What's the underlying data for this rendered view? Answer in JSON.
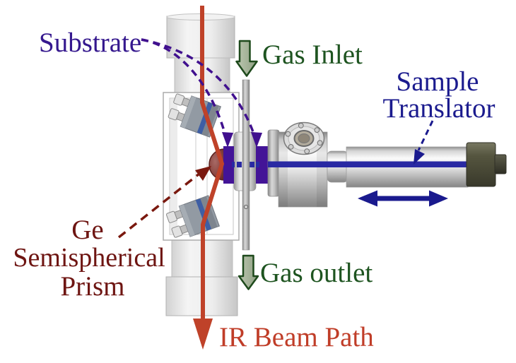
{
  "figure": {
    "description_labels": "IR spectroscopy vacuum-chamber sample stage diagram"
  },
  "labels": {
    "substrate": "Substrate",
    "gas_inlet": "Gas Inlet",
    "sample_line1": "Sample",
    "sample_line2": "Translator",
    "prism_line1": "Ge",
    "prism_line2": "Semispherical",
    "prism_line3": "Prism",
    "gas_outlet": "Gas outlet",
    "ir_beam_path": "IR Beam Path"
  },
  "colors": {
    "substrate_label": "#35188e",
    "gas_label": "#1e5420",
    "translator_label": "#1b1b8e",
    "prism_label": "#6e1512",
    "ir_label": "#c03d28",
    "ir_beam": "#bf4229",
    "sample_rod": "#2929a3",
    "purple_block": "#431497",
    "purple_arrow": "#40108e",
    "navy_arrow": "#1a1a8e",
    "maroon_arrow": "#7a180e",
    "green_arrow_stroke": "#1e4a1c"
  }
}
